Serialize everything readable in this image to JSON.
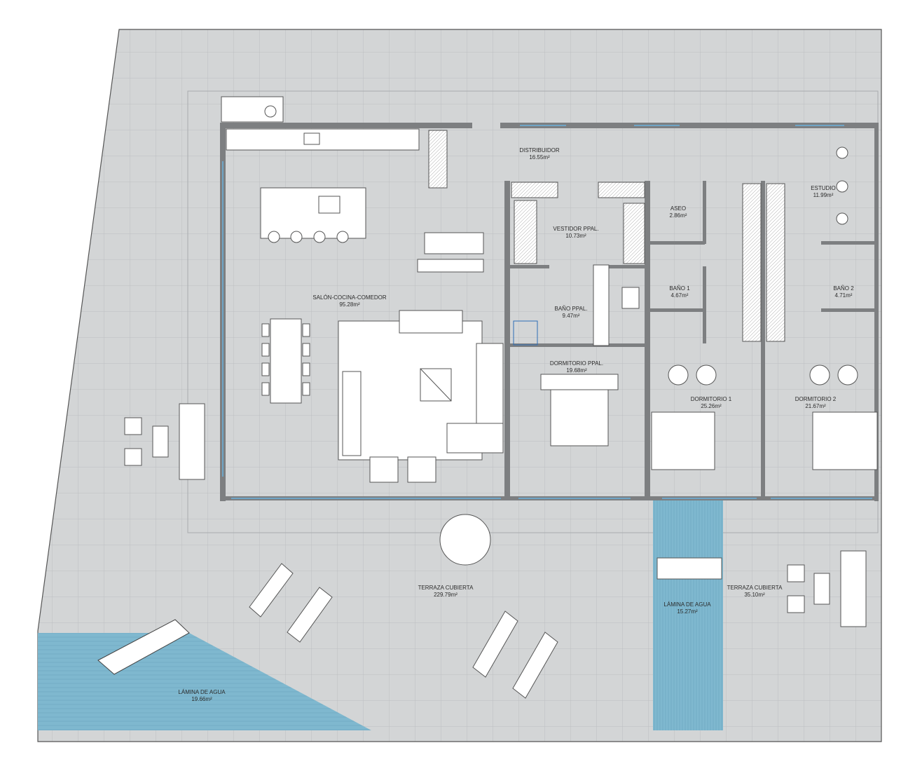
{
  "rooms": {
    "distribuidor": {
      "name": "DISTRIBUIDOR",
      "area": "16.55m²"
    },
    "estudio": {
      "name": "ESTUDIO",
      "area": "11.99m²"
    },
    "aseo": {
      "name": "ASEO",
      "area": "2.86m²"
    },
    "vestidor": {
      "name": "VESTIDOR PPAL.",
      "area": "10.73m²"
    },
    "salon": {
      "name": "SALÓN-COCINA-COMEDOR",
      "area": "95.28m²"
    },
    "bano_ppal": {
      "name": "BAÑO PPAL.",
      "area": "9.47m²"
    },
    "bano1": {
      "name": "BAÑO 1",
      "area": "4.67m²"
    },
    "bano2": {
      "name": "BAÑO 2",
      "area": "4.71m²"
    },
    "dormitorio_ppal": {
      "name": "DORMITORIO PPAL.",
      "area": "19.68m²"
    },
    "dormitorio1": {
      "name": "DORMITORIO 1",
      "area": "25.26m²"
    },
    "dormitorio2": {
      "name": "DORMITORIO 2",
      "area": "21.67m²"
    },
    "terraza_cubierta": {
      "name": "TERRAZA CUBIERTA",
      "area": "229.79m²"
    },
    "terraza_cubierta2": {
      "name": "TERRAZA CUBIERTA",
      "area": "35.10m²"
    },
    "lamina_agua_centro": {
      "name": "LÁMINA DE AGUA",
      "area": "15.27m²"
    },
    "lamina_agua_sw": {
      "name": "LÁMINA DE AGUA",
      "area": "19.66m²"
    }
  },
  "colors": {
    "terrace": "#d2d4d5",
    "interior": "#d9dadb",
    "grid": "#bfc2c4",
    "wall": "#7d7f81",
    "water": "#7fb8cf",
    "furniture": "#ffffff",
    "line": "#4a4a4a"
  }
}
